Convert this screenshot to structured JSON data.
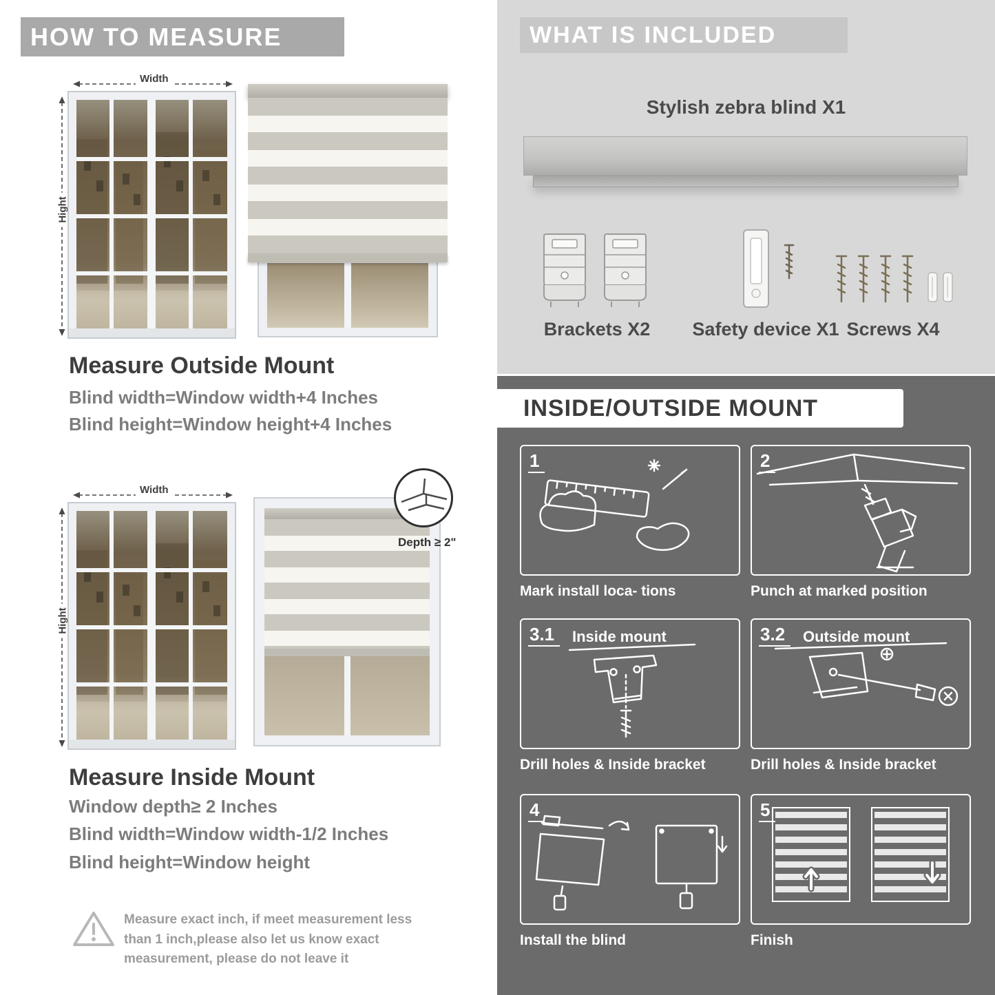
{
  "left": {
    "header": "HOW TO MEASURE",
    "outside_mount": {
      "width_label": "Width",
      "height_label": "Hight",
      "title": "Measure Outside Mount",
      "line1": "Blind width=Window width+4 Inches",
      "line2": "Blind height=Window height+4 Inches"
    },
    "inside_mount": {
      "width_label": "Width",
      "height_label": "Hight",
      "depth_label": "Depth ≥ 2\"",
      "title": "Measure Inside Mount",
      "line1": "Window depth≥ 2 Inches",
      "line2": "Blind width=Window width-1/2 Inches",
      "line3": "Blind height=Window height"
    },
    "warning_text": "Measure exact inch, if meet measurement less than 1 inch,please also let us know exact measurement, please do not leave it"
  },
  "right": {
    "included": {
      "header": "WHAT IS INCLUDED",
      "blind_label": "Stylish zebra blind X1",
      "item1": "Brackets X2",
      "item2": "Safety device X1",
      "item3": "Screws X4"
    },
    "mount": {
      "header": "INSIDE/OUTSIDE MOUNT",
      "steps": [
        {
          "num": "1",
          "title": "",
          "caption": "Mark install loca- tions"
        },
        {
          "num": "2",
          "title": "",
          "caption": "Punch at  marked position"
        },
        {
          "num": "3.1",
          "title": "Inside mount",
          "caption": "Drill holes &  Inside bracket"
        },
        {
          "num": "3.2",
          "title": "Outside mount",
          "caption": "Drill holes &  Inside bracket"
        },
        {
          "num": "4",
          "title": "",
          "caption": "Install the blind"
        },
        {
          "num": "5",
          "title": "",
          "caption": "Finish"
        }
      ]
    }
  },
  "colors": {
    "header_gray": "#a9a9a9",
    "light_panel": "#d8d8d8",
    "included_bar": "#c7c7c7",
    "dark_panel": "#6b6b6b",
    "heading_text": "#3d3d3d",
    "body_text": "#7c7c7c",
    "blind_stripe": "#cbc8c0",
    "blind_sheer": "#f7f5f0"
  }
}
